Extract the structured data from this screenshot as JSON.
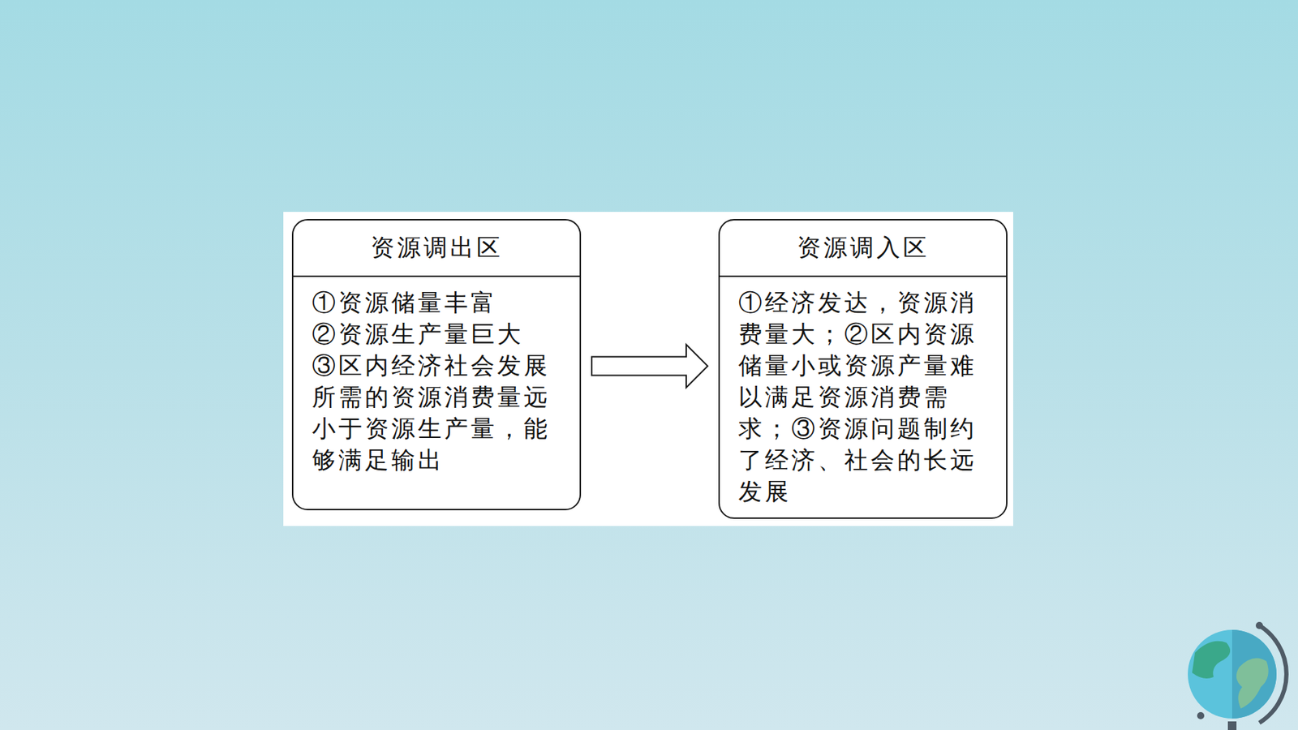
{
  "diagram": {
    "nodes": [
      {
        "text": [
          "资源调出区",
          "①资源储量丰富",
          "②资源生产量巨大",
          "③区内经济社会发展所需的资源消费量远小于资源生产量，能够满足输出"
        ]
      },
      {
        "text": [
          "资源调入区",
          "①经济发达，资源消费量大；②区内资源储量小或资源产量难以满足资源消费需求；③资源问题制约了经济、社会的长远发展"
        ]
      }
    ],
    "edges": [
      {
        "from": 0,
        "to": 1,
        "arrow": "to"
      }
    ]
  }
}
